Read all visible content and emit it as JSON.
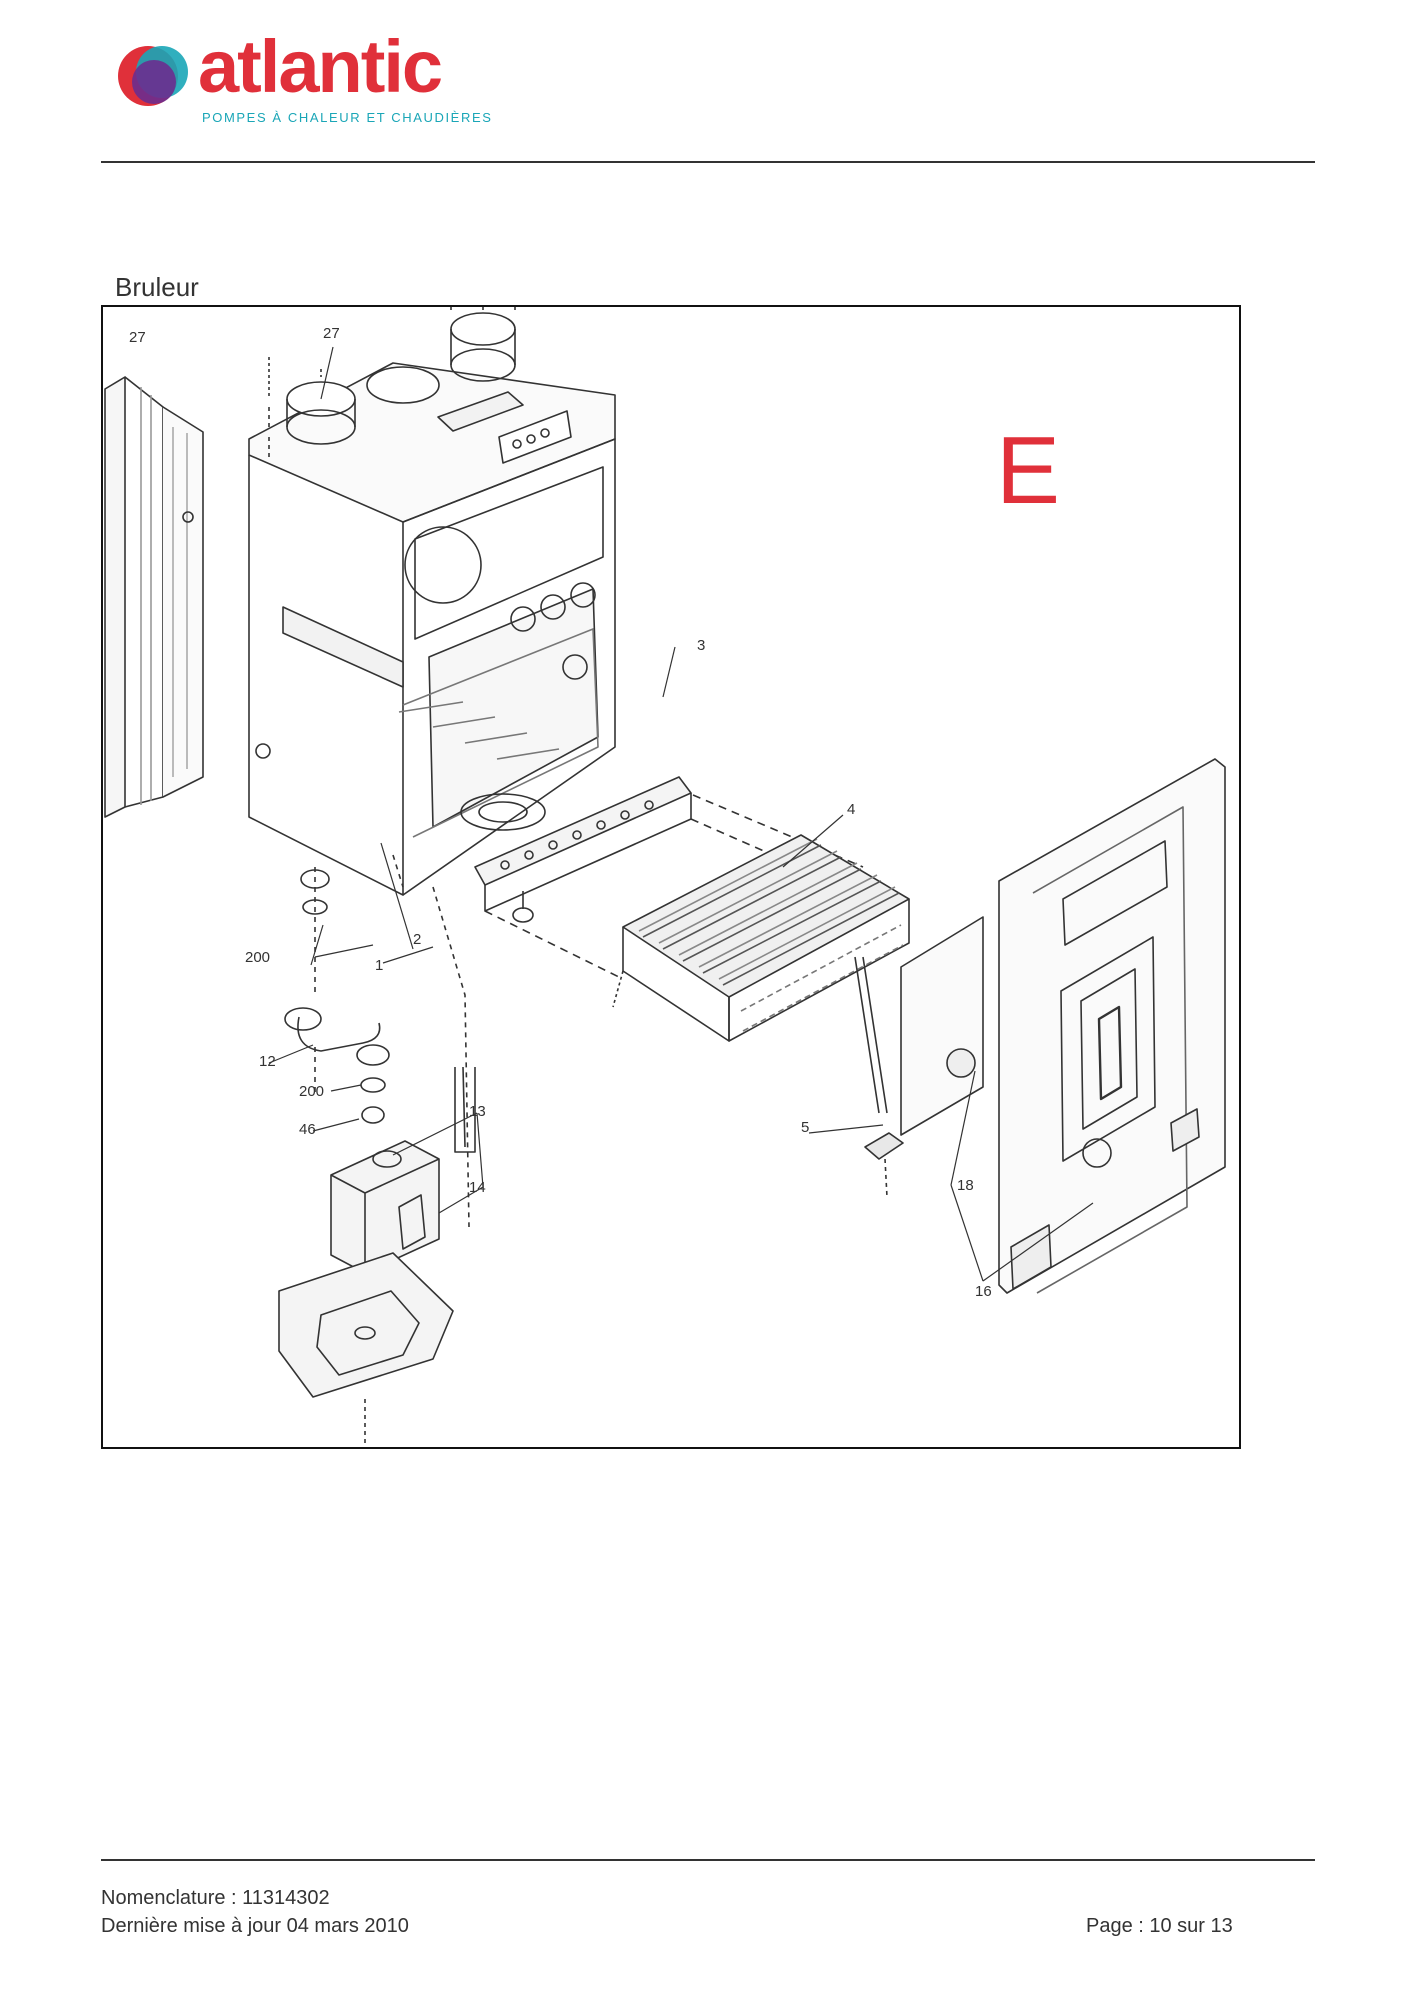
{
  "brand": {
    "name": "atlantic",
    "tagline": "POMPES À CHALEUR ET CHAUDIÈRES",
    "colors": {
      "red": "#e0303a",
      "teal": "#1aa6b7",
      "purple": "#6b2d8f"
    }
  },
  "section": {
    "title": "Bruleur",
    "letter": "E"
  },
  "part_labels": {
    "p27a": "27",
    "p27b": "27",
    "p3": "3",
    "p4": "4",
    "p200a": "200",
    "p2": "2",
    "p1": "1",
    "p12": "12",
    "p200b": "200",
    "p46": "46",
    "p13": "13",
    "p14": "14",
    "p5": "5",
    "p18": "18",
    "p16": "16"
  },
  "footer": {
    "nomenclature": "Nomenclature : 11314302",
    "updated": "Dernière mise à jour 04 mars 2010",
    "page": "Page : 10 sur 13"
  }
}
